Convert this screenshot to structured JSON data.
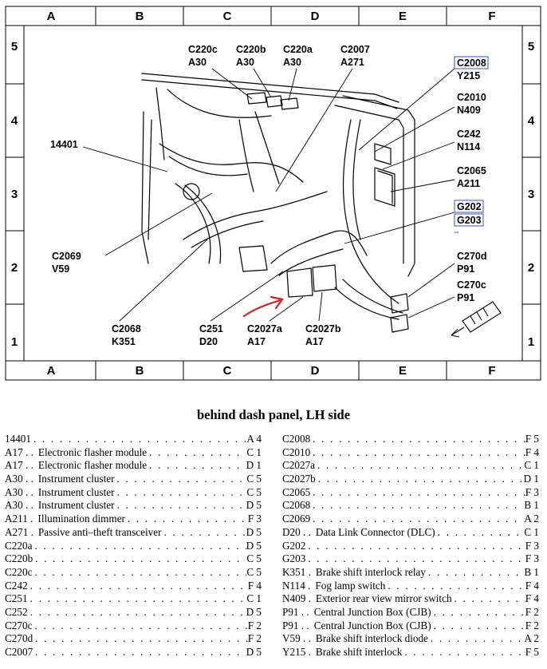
{
  "grid": {
    "columns": [
      "A",
      "B",
      "C",
      "D",
      "E",
      "F"
    ],
    "rows": [
      "5",
      "4",
      "3",
      "2",
      "1"
    ]
  },
  "callouts": {
    "c220c": [
      "C220c",
      "A30"
    ],
    "c220b": [
      "C220b",
      "A30"
    ],
    "c220a": [
      "C220a",
      "A30"
    ],
    "c2007": [
      "C2007",
      "A271"
    ],
    "c2008": [
      "C2008",
      "Y215"
    ],
    "c2010": [
      "C2010",
      "N409"
    ],
    "c242": [
      "C242",
      "N114"
    ],
    "c2065": [
      "C2065",
      "A211"
    ],
    "g202": [
      "G202"
    ],
    "g203": [
      "G203"
    ],
    "c270d": [
      "C270d",
      "P91"
    ],
    "c270c": [
      "C270c",
      "P91"
    ],
    "n14401": [
      "14401"
    ],
    "c2069": [
      "C2069",
      "V59"
    ],
    "c2068": [
      "C2068",
      "K351"
    ],
    "c251": [
      "C251",
      "D20"
    ],
    "c2027a": [
      "C2027a",
      "A17"
    ],
    "c2027b": [
      "C2027b",
      "A17"
    ]
  },
  "colors": {
    "highlight_box": "#3a4fd0",
    "annotation_arrow": "#d62020"
  },
  "title": "behind dash panel, LH side",
  "index_left": [
    {
      "code": "14401",
      "desc": "",
      "loc": "A 4"
    },
    {
      "code": "A17 . .",
      "desc": "Electronic flasher module",
      "loc": "C 1"
    },
    {
      "code": "A17 . .",
      "desc": "Electronic flasher module",
      "loc": "D 1"
    },
    {
      "code": "A30 . .",
      "desc": "Instrument cluster",
      "loc": "C 5"
    },
    {
      "code": "A30 . .",
      "desc": "Instrument cluster",
      "loc": "C 5"
    },
    {
      "code": "A30 . .",
      "desc": "Instrument cluster",
      "loc": "D 5"
    },
    {
      "code": "A211 .",
      "desc": "Illumination dimmer",
      "loc": "F 3"
    },
    {
      "code": "A271 .",
      "desc": "Passive anti–theft transceiver",
      "loc": "D 5"
    },
    {
      "code": "C220a",
      "desc": "",
      "loc": "D 5"
    },
    {
      "code": "C220b",
      "desc": "",
      "loc": "C 5"
    },
    {
      "code": "C220c",
      "desc": "",
      "loc": "C 5"
    },
    {
      "code": "C242",
      "desc": "",
      "loc": "F 4"
    },
    {
      "code": "C251",
      "desc": "",
      "loc": "C 1"
    },
    {
      "code": "C252",
      "desc": "",
      "loc": "D 5"
    },
    {
      "code": "C270c",
      "desc": "",
      "loc": "F 2"
    },
    {
      "code": "C270d",
      "desc": "",
      "loc": "F 2"
    },
    {
      "code": "C2007",
      "desc": "",
      "loc": "D 5"
    }
  ],
  "index_right": [
    {
      "code": "C2008",
      "desc": "",
      "loc": "F 5"
    },
    {
      "code": "C2010",
      "desc": "",
      "loc": "F 4"
    },
    {
      "code": "C2027a",
      "desc": "",
      "loc": "C 1"
    },
    {
      "code": "C2027b",
      "desc": "",
      "loc": "D 1"
    },
    {
      "code": "C2065",
      "desc": "",
      "loc": "F 3"
    },
    {
      "code": "C2068",
      "desc": "",
      "loc": "B 1"
    },
    {
      "code": "C2069",
      "desc": "",
      "loc": "A 2"
    },
    {
      "code": "D20 . .",
      "desc": "Data Link Connector (DLC)",
      "loc": "C 1"
    },
    {
      "code": "G202",
      "desc": "",
      "loc": "F 3"
    },
    {
      "code": "G203",
      "desc": "",
      "loc": "F 3"
    },
    {
      "code": "K351 .",
      "desc": "Brake shift interlock relay",
      "loc": "B 1"
    },
    {
      "code": "N114 .",
      "desc": "Fog lamp switch",
      "loc": "F 4"
    },
    {
      "code": "N409 .",
      "desc": "Exterior rear view mirror switch",
      "loc": "F 4"
    },
    {
      "code": "P91 . .",
      "desc": "Central Junction Box (CJB)",
      "loc": "F 2"
    },
    {
      "code": "P91 . .",
      "desc": "Central Junction Box (CJB)",
      "loc": "F 2"
    },
    {
      "code": "V59 . .",
      "desc": "Brake shift interlock diode",
      "loc": "A 2"
    },
    {
      "code": "Y215 .",
      "desc": "Brake shift interlock",
      "loc": "F 5"
    }
  ]
}
